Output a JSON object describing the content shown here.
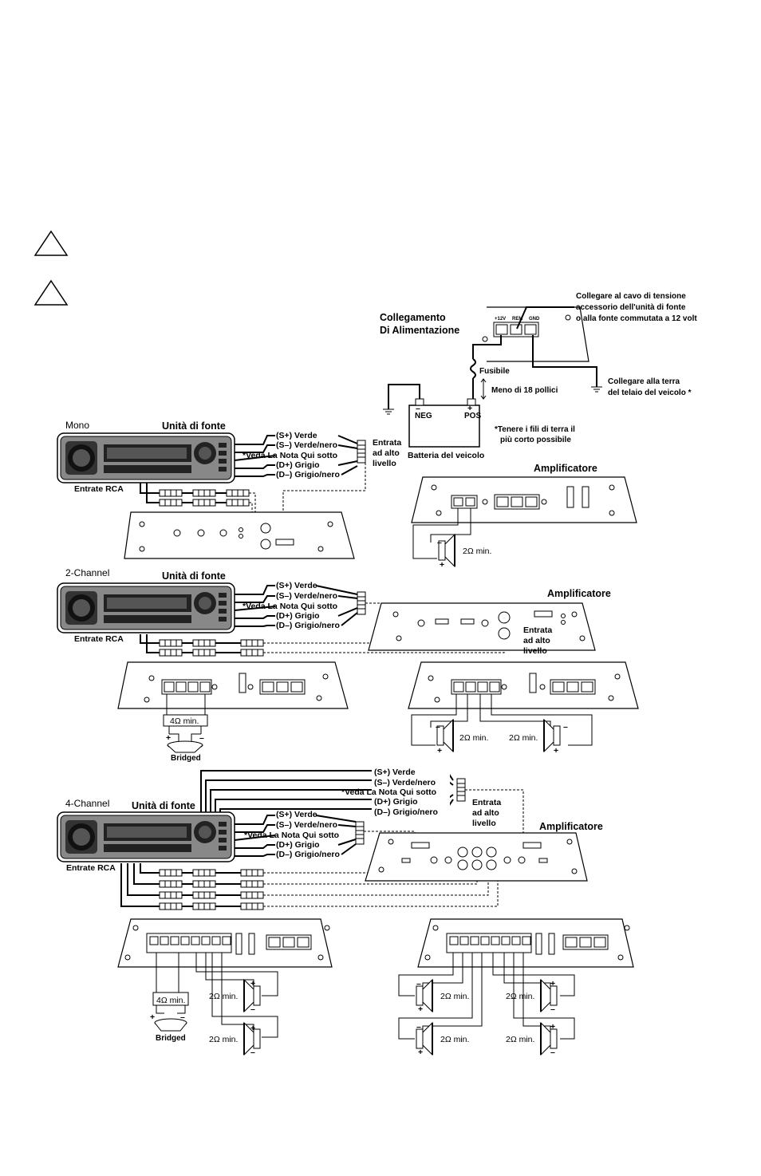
{
  "power": {
    "title_line1": "Collegamento",
    "title_line2": "Di Alimentazione",
    "terminal_12v": "+12V",
    "terminal_rem": "REM",
    "terminal_gnd": "GND",
    "rem_note": [
      "Collegare al cavo di tensione",
      "accessorio dell'unità di fonte",
      "o alla fonte commutata a 12 volt"
    ],
    "gnd_note": [
      "Collegare alla terra",
      "del telaio del veicolo *"
    ],
    "fuse": "Fusibile",
    "distance": "Meno di 18 pollici",
    "neg": "NEG",
    "pos": "POS",
    "battery": "Batteria del veicolo",
    "ground_note": [
      "*Tenere i fili di terra il",
      "più corto possibile"
    ]
  },
  "common": {
    "head_unit": "Unità di fonte",
    "rca_inputs": "Entrate RCA",
    "amplifier": "Amplificatore",
    "high_level_input": [
      "Entrata",
      "ad alto",
      "livello"
    ],
    "wires": [
      "(S+) Verde",
      "(S–) Verde/nero",
      "*Veda La Nota Qui sotto",
      "(D+) Grigio",
      "(D–) Grigio/nero"
    ],
    "bridged": "Bridged",
    "ohm4": "4Ω min.",
    "ohm2": "2Ω min.",
    "minus": "–",
    "plus": "+"
  },
  "sections": {
    "mono": "Mono",
    "two_channel": "2-Channel",
    "four_channel": "4-Channel"
  },
  "colors": {
    "ink": "#000000",
    "paper": "#ffffff",
    "panel_shade": "#222222"
  }
}
